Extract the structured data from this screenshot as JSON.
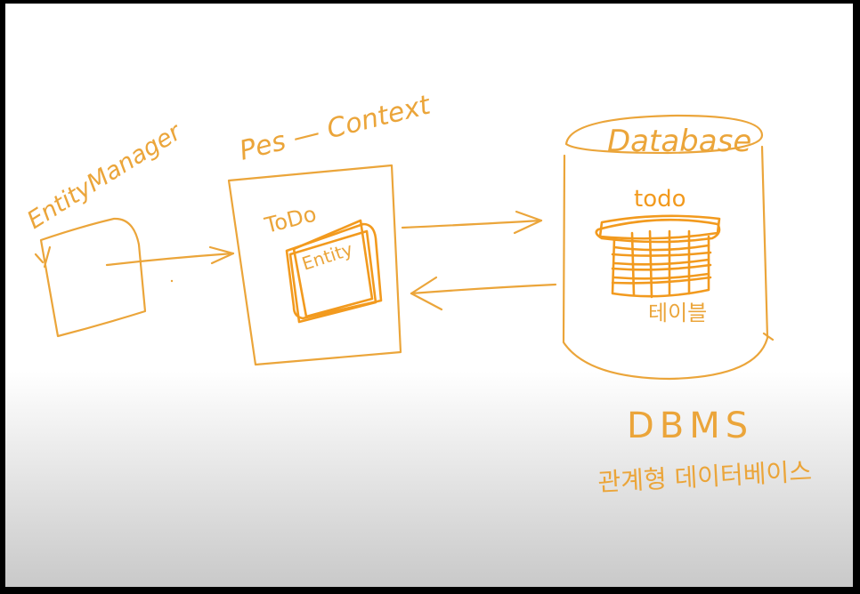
{
  "colors": {
    "ink": "#EBA53A",
    "ink_strong": "#F29A1E",
    "canvas_top": "#FFFFFF",
    "canvas_bottom": "#C8C8C8",
    "frame": "#000000"
  },
  "labels": {
    "entity_manager": "EntityManager",
    "persistence_context": "Pes — Context",
    "todo": "ToDo",
    "entity": "Entity",
    "database": "Database",
    "table_name": "todo",
    "table_caption": "테이블",
    "dbms": "DBMS",
    "dbms_caption": "관계형 데이터베이스"
  }
}
